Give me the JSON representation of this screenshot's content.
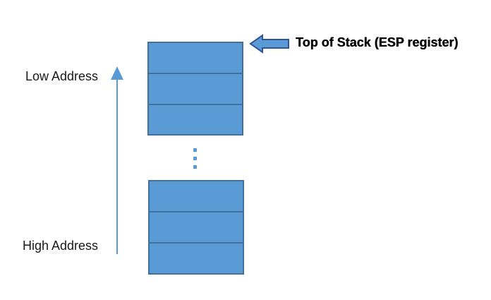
{
  "labels": {
    "low_address": "Low Address",
    "high_address": "High Address",
    "top_of_stack": "Top of Stack (ESP register)"
  },
  "colors": {
    "cell_fill": "#5B9BD5",
    "cell_border": "#41719C",
    "arrow": "#5B9BD5",
    "pointer_arrow_fill": "#5B9BD5",
    "pointer_arrow_border": "#2F5597",
    "ellipsis_dots": "#5B9BD5"
  },
  "stack": {
    "top_group_cells": 3,
    "bottom_group_cells": 3,
    "gap_indicator": "vertical-ellipsis"
  },
  "icons": {
    "address_direction": "up-arrow-icon",
    "stack_pointer": "left-arrow-icon"
  }
}
